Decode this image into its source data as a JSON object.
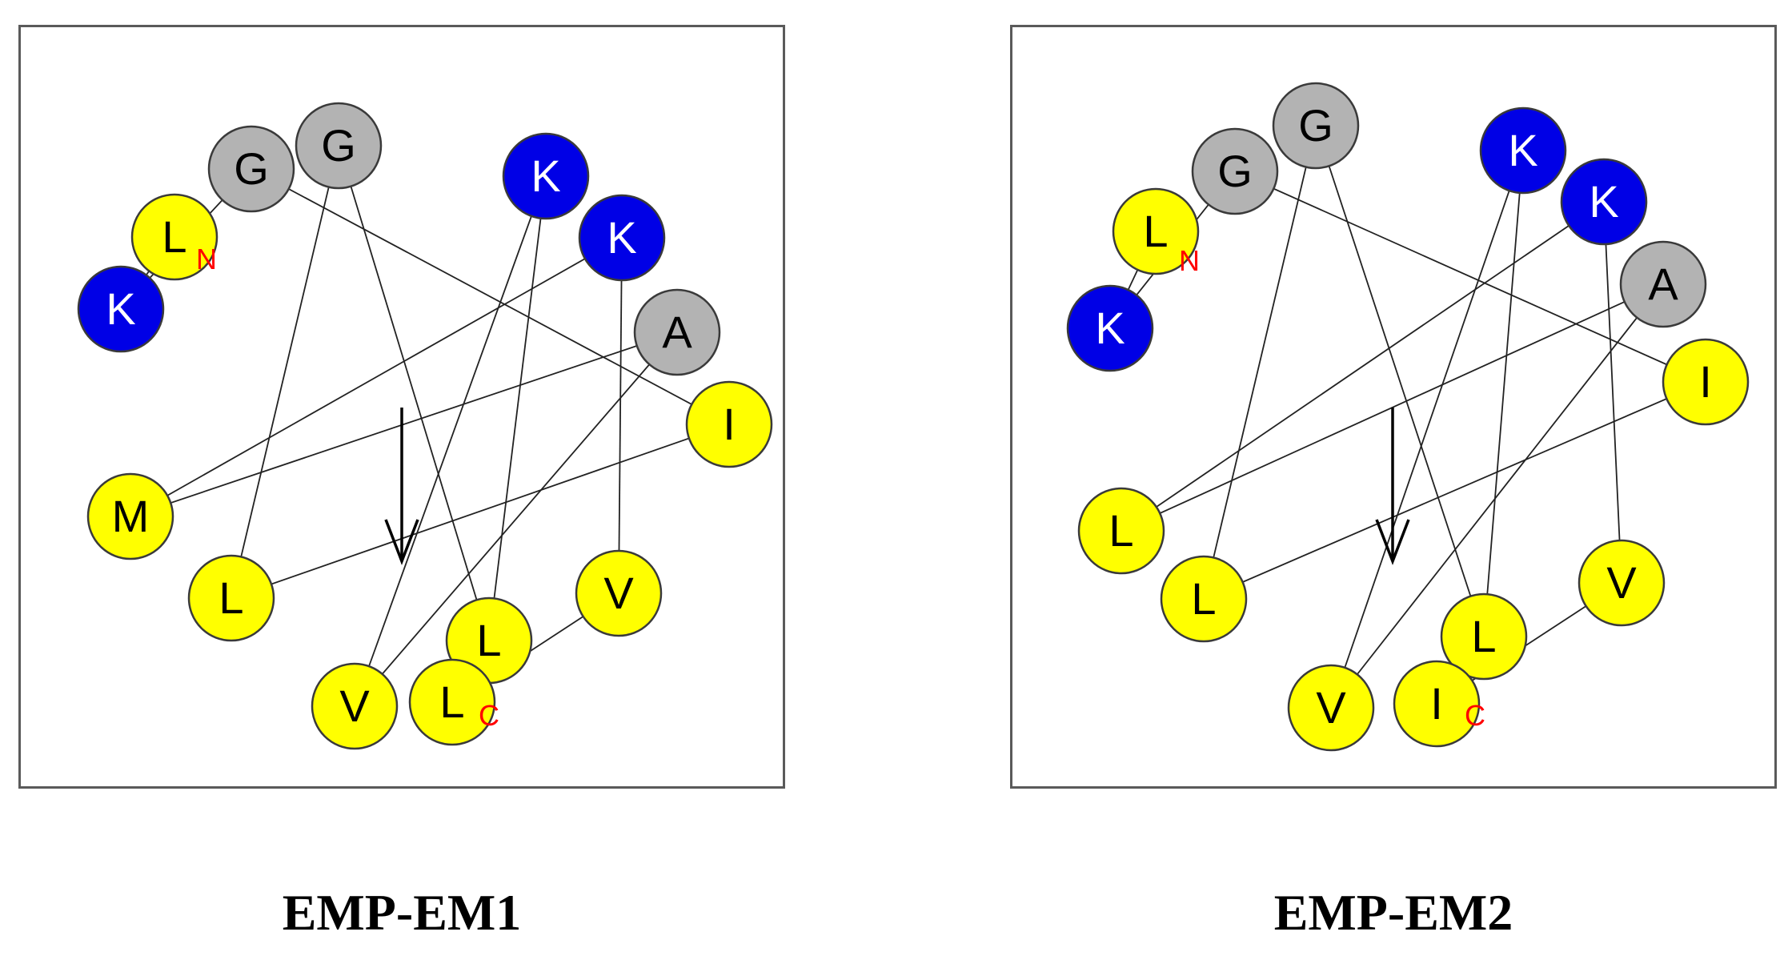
{
  "colors": {
    "hydrophobic": "#ffff00",
    "basic": "#0000e6",
    "small": "#b3b3b3",
    "terminus_label": "#ff0000",
    "connector": "#222222"
  },
  "diagrams": [
    {
      "caption": "EMP-EM1",
      "n_terminus_label": "N",
      "c_terminus_label": "C",
      "residues": [
        {
          "letter": "L",
          "type": "hydrophobic"
        },
        {
          "letter": "K",
          "type": "basic"
        },
        {
          "letter": "G",
          "type": "small"
        },
        {
          "letter": "I",
          "type": "hydrophobic"
        },
        {
          "letter": "L",
          "type": "hydrophobic"
        },
        {
          "letter": "G",
          "type": "small"
        },
        {
          "letter": "L",
          "type": "hydrophobic"
        },
        {
          "letter": "K",
          "type": "basic"
        },
        {
          "letter": "V",
          "type": "hydrophobic"
        },
        {
          "letter": "A",
          "type": "small"
        },
        {
          "letter": "M",
          "type": "hydrophobic"
        },
        {
          "letter": "K",
          "type": "basic"
        },
        {
          "letter": "V",
          "type": "hydrophobic"
        },
        {
          "letter": "L",
          "type": "hydrophobic"
        }
      ]
    },
    {
      "caption": "EMP-EM2",
      "n_terminus_label": "N",
      "c_terminus_label": "C",
      "residues": [
        {
          "letter": "L",
          "type": "hydrophobic"
        },
        {
          "letter": "K",
          "type": "basic"
        },
        {
          "letter": "G",
          "type": "small"
        },
        {
          "letter": "I",
          "type": "hydrophobic"
        },
        {
          "letter": "L",
          "type": "hydrophobic"
        },
        {
          "letter": "G",
          "type": "small"
        },
        {
          "letter": "L",
          "type": "hydrophobic"
        },
        {
          "letter": "K",
          "type": "basic"
        },
        {
          "letter": "V",
          "type": "hydrophobic"
        },
        {
          "letter": "A",
          "type": "small"
        },
        {
          "letter": "L",
          "type": "hydrophobic"
        },
        {
          "letter": "K",
          "type": "basic"
        },
        {
          "letter": "V",
          "type": "hydrophobic"
        },
        {
          "letter": "I",
          "type": "hydrophobic"
        }
      ]
    }
  ]
}
